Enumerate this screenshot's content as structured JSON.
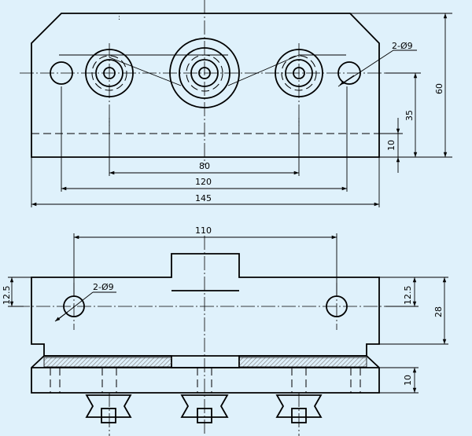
{
  "colors": {
    "background": "#dff1fb",
    "line": "#000000",
    "hatch": "#9a9a9a"
  },
  "top_view": {
    "hole_callout": "2-Ø9",
    "dims": {
      "d80": "80",
      "d120": "120",
      "d145": "145",
      "d60": "60",
      "d35": "35",
      "d10": "10"
    }
  },
  "front_view": {
    "hole_callout": "2-Ø9",
    "dims": {
      "d110": "110",
      "d12_5_left": "12.5",
      "d12_5_right": "12.5",
      "d28": "28",
      "d10": "10"
    }
  }
}
